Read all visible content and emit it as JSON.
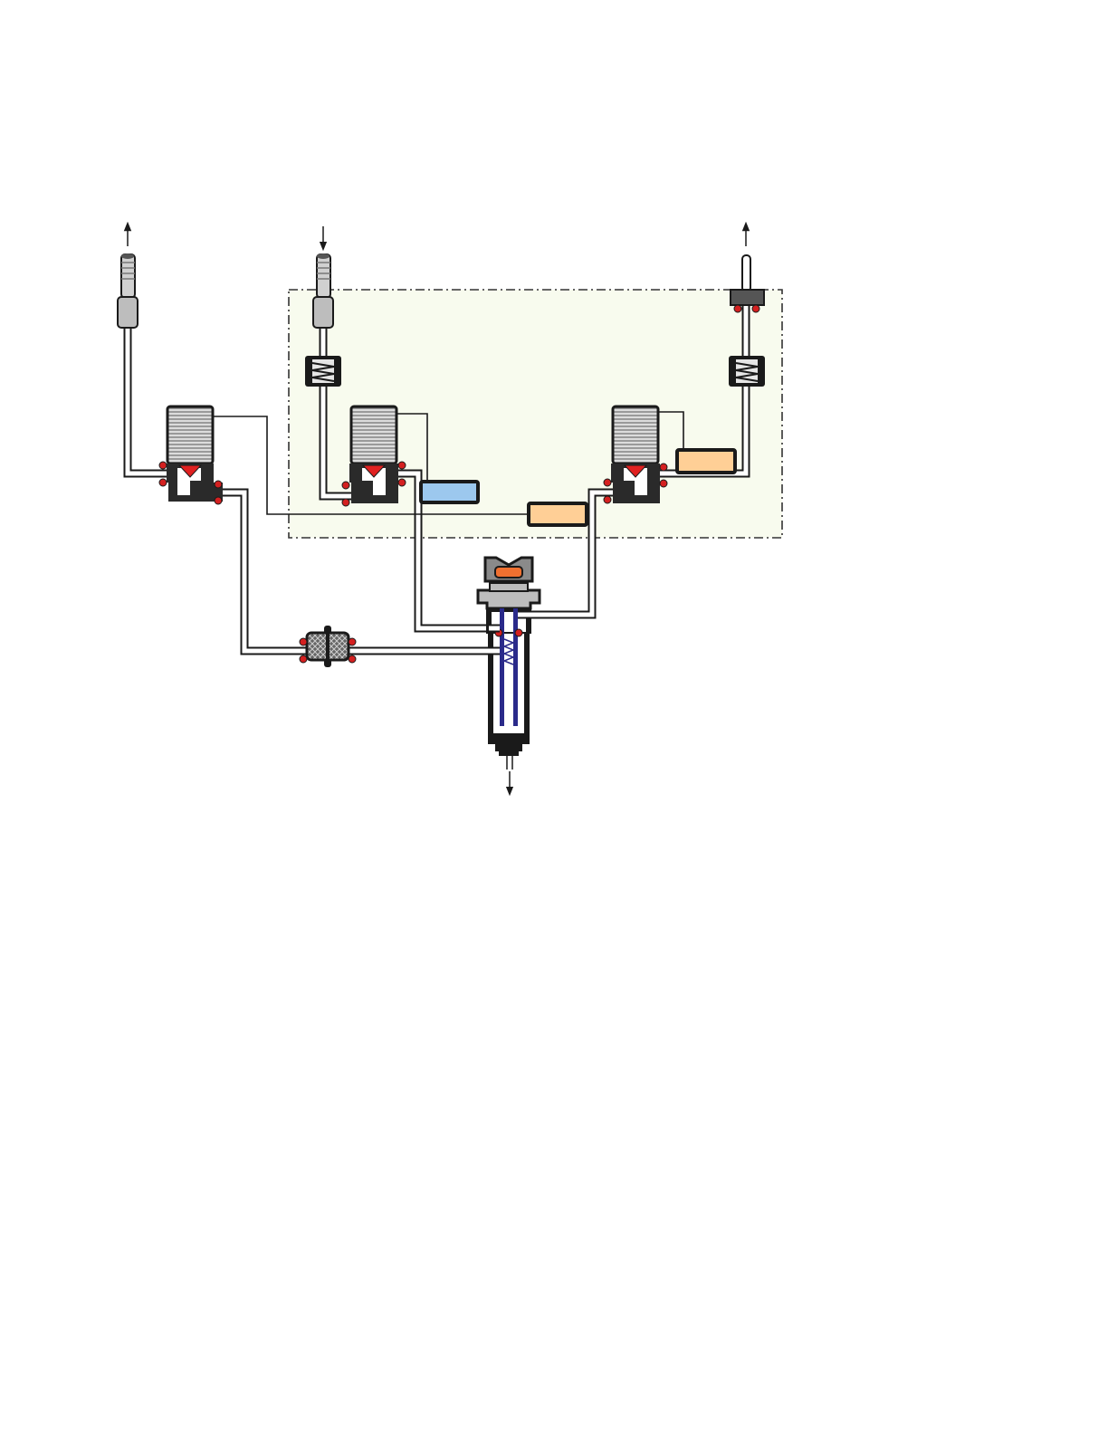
{
  "diagram": {
    "colors": {
      "background": "#ffffff",
      "enclosure_fill": "#f8fbee",
      "enclosure_stroke": "#333333",
      "outline": "#1a1a1a",
      "coil_fill": "#dcdcdc",
      "coil_lines": "#6e6e6e",
      "valve_seat": "#e02020",
      "o_ring": "#d42020",
      "fitting_gray": "#bdbdbd",
      "cap_gray": "#8a8a8a",
      "blue_box": "#9cc8ee",
      "orange_box": "#ffcf96",
      "dark_block": "#555555",
      "needle_blue": "#2a2a8a",
      "septum_orange": "#f07030"
    },
    "components": {
      "solenoid_valves": [
        "solenoid-valve-left",
        "solenoid-valve-center",
        "solenoid-valve-right"
      ],
      "check_valves": [
        "check-valve-left",
        "check-valve-right"
      ],
      "restrictors": [
        "restrictor-blue",
        "restrictor-orange-bottom",
        "restrictor-orange-top"
      ],
      "inline_filter": "inline-filter",
      "injector": "split-splitless-injector"
    },
    "flow_arrows": [
      {
        "name": "vent-arrow-left",
        "direction": "up"
      },
      {
        "name": "carrier-inlet-arrow",
        "direction": "down"
      },
      {
        "name": "vent-arrow-right",
        "direction": "up"
      },
      {
        "name": "column-outlet-arrow",
        "direction": "down"
      }
    ]
  }
}
